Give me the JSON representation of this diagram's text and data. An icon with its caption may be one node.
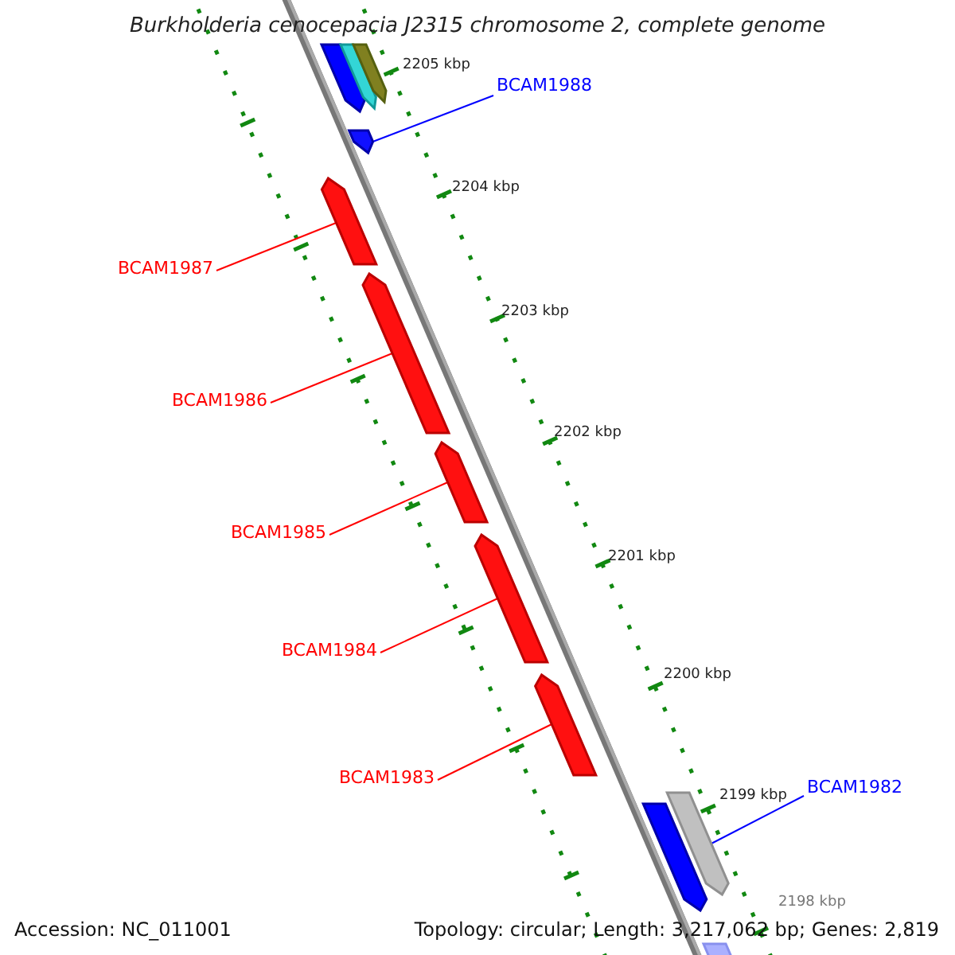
{
  "diagram": {
    "title": "Burkholderia cenocepacia J2315 chromosome 2, complete genome",
    "nodes": [
      {
        "text": [],
        "shape": "arrow"
      },
      {
        "text": [],
        "shape": "arrow"
      },
      {
        "text": [],
        "shape": "arrow"
      },
      {
        "text": [
          "BCAM1988"
        ]
      },
      {
        "text": [],
        "shape": "arrow"
      },
      {
        "text": [
          "BCAM1987"
        ]
      },
      {
        "text": [],
        "shape": "arrow"
      },
      {
        "text": [
          "BCAM1986"
        ]
      },
      {
        "text": [],
        "shape": "arrow"
      },
      {
        "text": [
          "BCAM1985"
        ]
      },
      {
        "text": [],
        "shape": "arrow"
      },
      {
        "text": [
          "BCAM1984"
        ]
      },
      {
        "text": [],
        "shape": "arrow"
      },
      {
        "text": [
          "BCAM1983"
        ]
      },
      {
        "text": [],
        "shape": "arrow"
      },
      {
        "text": [],
        "shape": "arrow"
      },
      {
        "text": [],
        "shape": "arrow"
      },
      {
        "text": [
          "BCAM1982"
        ]
      },
      {
        "text": [],
        "shape": "arrow"
      }
    ],
    "edges": [
      {
        "from": 3,
        "to": 4,
        "arrow": "none",
        "color": "#0000ff"
      },
      {
        "from": 5,
        "to": 6,
        "arrow": "none"
      },
      {
        "from": 7,
        "to": 8,
        "arrow": "none"
      },
      {
        "from": 9,
        "to": 10,
        "arrow": "none"
      },
      {
        "from": 11,
        "to": 12,
        "arrow": "none"
      },
      {
        "from": 13,
        "to": 14,
        "arrow": "none"
      },
      {
        "from": 17,
        "to": 16,
        "arrow": "none",
        "color": "#0000ff"
      }
    ],
    "labels": [
      "2205 kbp",
      "2204 kbp",
      "2203 kbp",
      "2202 kbp",
      "2201 kbp",
      "2200 kbp",
      "2199 kbp",
      "2198 kbp",
      "Accession: NC_011001",
      "Topology: circular; Length: 3,217,062 bp; Genes: 2,819"
    ]
  }
}
